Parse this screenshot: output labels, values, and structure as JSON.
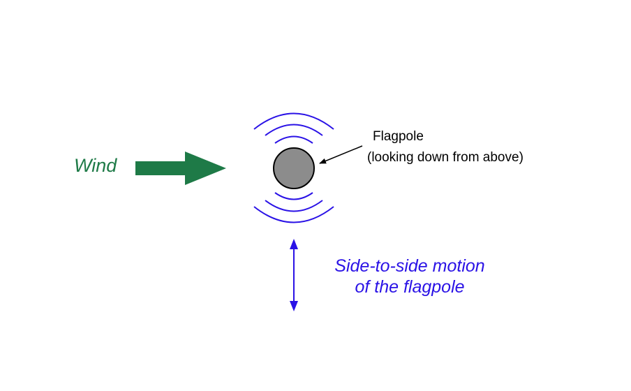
{
  "colors": {
    "wind": "#1e7a47",
    "motion": "#2a12e6",
    "pole_fill": "#8c8c8c",
    "pole_stroke": "#000000",
    "text": "#000000"
  },
  "labels": {
    "wind": "Wind",
    "flagpole": "Flagpole",
    "flagpole_note": "(looking down from above)",
    "motion_line1": "Side-to-side motion",
    "motion_line2": "of the flagpole"
  },
  "icons": {
    "wind_arrow": "right-arrow-icon",
    "pointer_arrow": "pointer-arrow-icon",
    "motion_arrow": "double-vertical-arrow-icon"
  }
}
